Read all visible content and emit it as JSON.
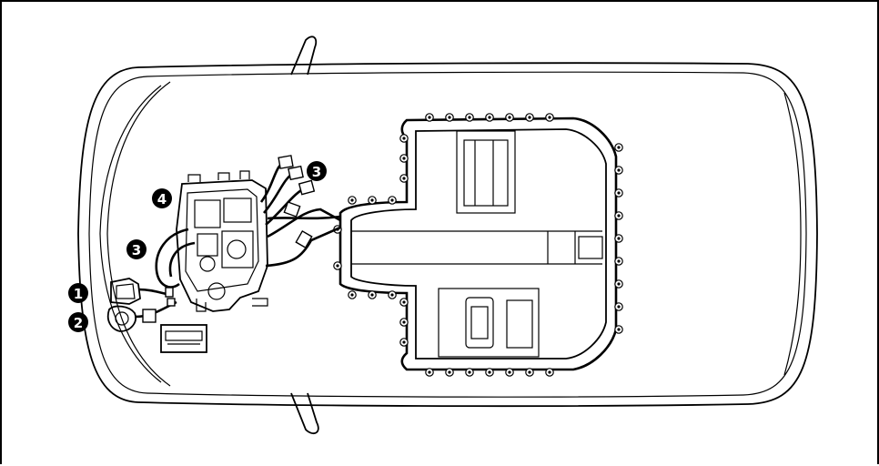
{
  "diagram": {
    "callouts": [
      {
        "id": "c1",
        "label": "1"
      },
      {
        "id": "c2",
        "label": "2"
      },
      {
        "id": "c3a",
        "label": "3"
      },
      {
        "id": "c3b",
        "label": "3"
      },
      {
        "id": "c4",
        "label": "4"
      }
    ],
    "colors": {
      "line": "#000000",
      "background": "#ffffff",
      "callout_fill": "#000000",
      "callout_text": "#ffffff"
    }
  }
}
